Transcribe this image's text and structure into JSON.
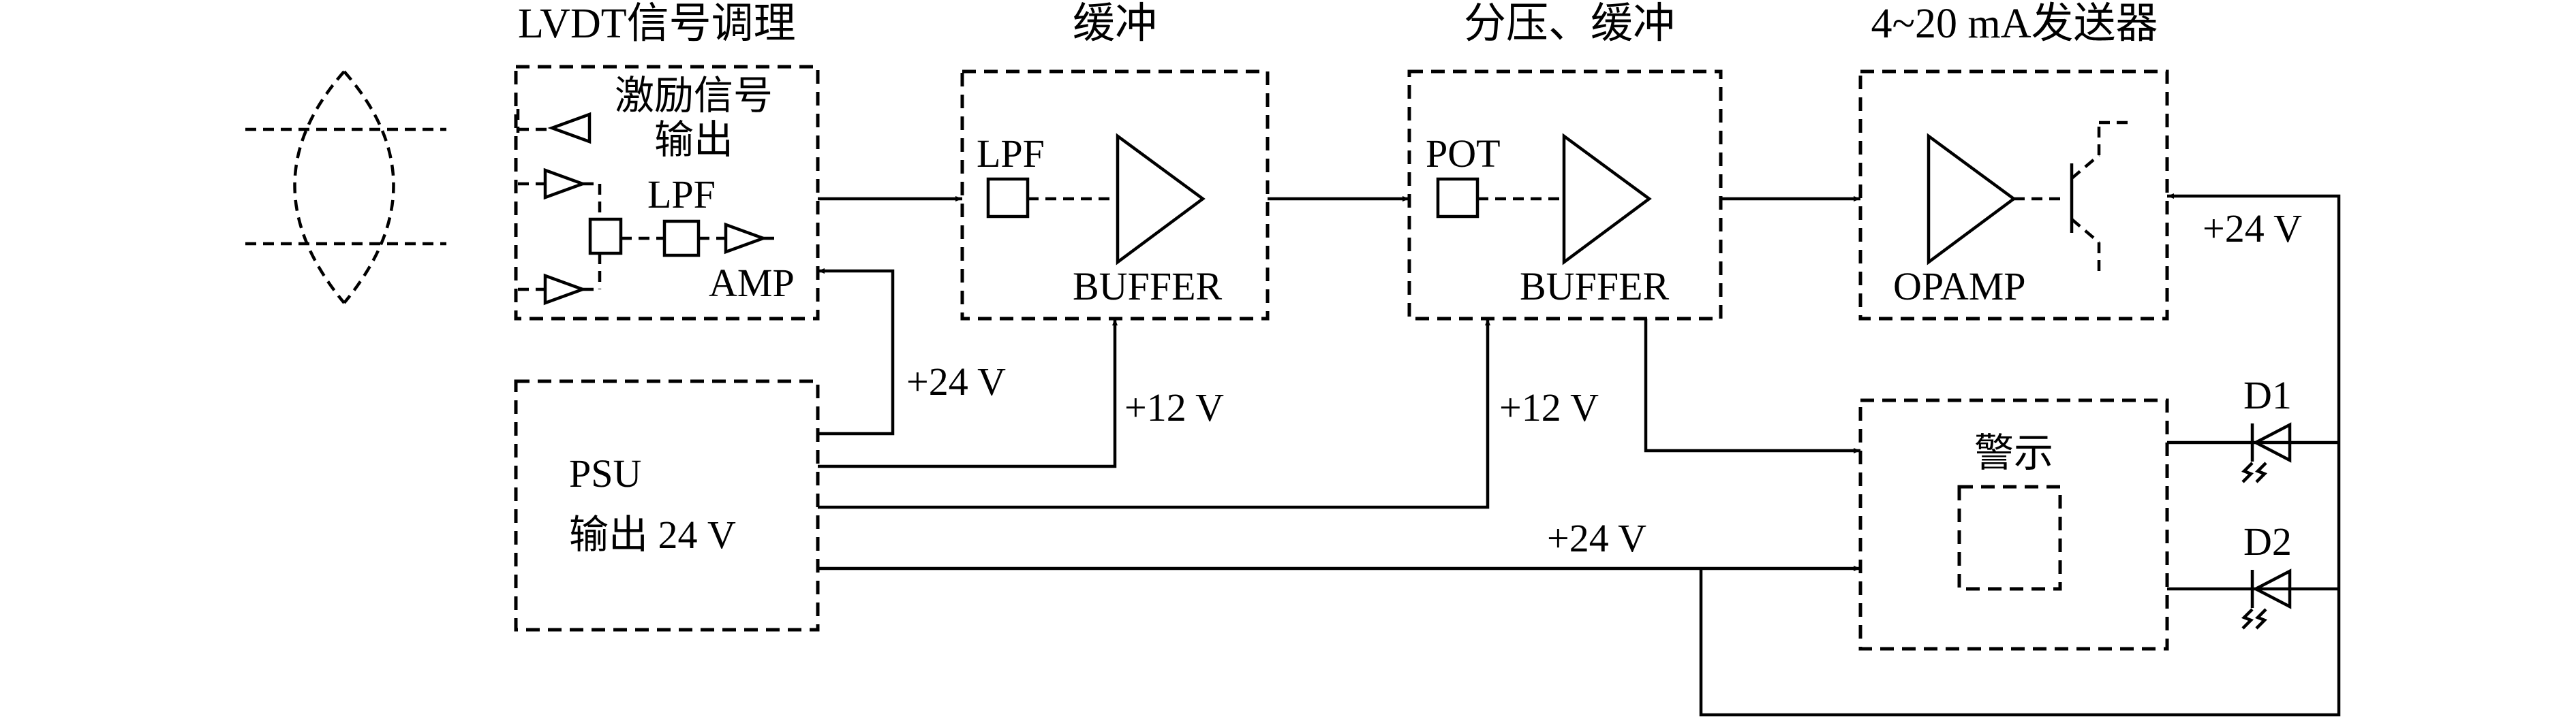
{
  "titles": {
    "lvdt": "LVDT信号调理",
    "buffer1": "缓冲",
    "buffer2": "分压、缓冲",
    "transmitter": "4~20 mA发送器"
  },
  "lvdt_block": {
    "excite_line1": "激励信号",
    "excite_line2": "输出",
    "lpf": "LPF",
    "amp": "AMP"
  },
  "buffer1_block": {
    "lpf": "LPF",
    "buffer": "BUFFER"
  },
  "buffer2_block": {
    "pot": "POT",
    "buffer": "BUFFER"
  },
  "transmitter_block": {
    "opamp": "OPAMP",
    "supply": "+24 V"
  },
  "psu_block": {
    "line1": "PSU",
    "line2": "输出  24 V"
  },
  "alarm_block": {
    "label": "警示"
  },
  "diodes": {
    "d1": "D1",
    "d2": "D2"
  },
  "rails": {
    "to_lvdt": "+24 V",
    "to_buffer1": "+12 V",
    "to_buffer2": "+12 V",
    "to_alarm": "+24 V"
  }
}
